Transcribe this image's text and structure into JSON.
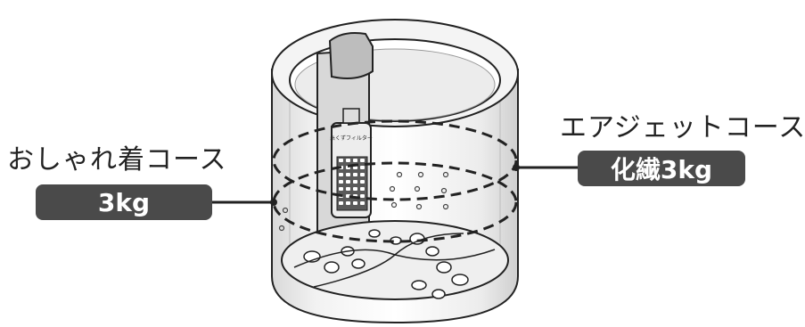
{
  "left_callout": {
    "course_name": "おしゃれ着コース",
    "capacity": "3kg"
  },
  "right_callout": {
    "course_name": "エアジェットコース",
    "capacity": "化繊3kg"
  },
  "filter_label": "糸くずフィルター",
  "colors": {
    "badge_bg": "#4a4a4a",
    "badge_text": "#ffffff",
    "line": "#222222"
  }
}
